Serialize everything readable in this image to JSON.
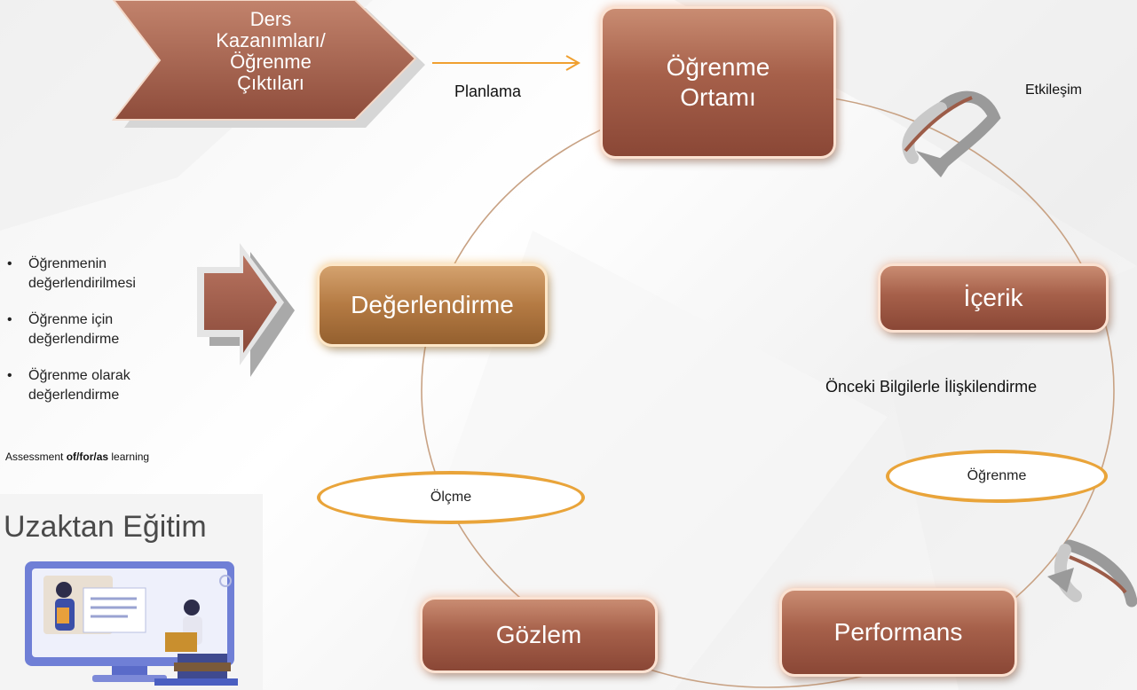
{
  "nodes": {
    "ders_kazanimlari": "Ders\nKazanımları/\nÖğrenme\nÇıktıları",
    "ogrenme_ortami": "Öğrenme\nOrtamı",
    "icerik": "İçerik",
    "degerlendirme": "Değerlendirme",
    "gozlem": "Gözlem",
    "performans": "Performans"
  },
  "ellipses": {
    "olcme": "Ölçme",
    "ogrenme": "Öğrenme"
  },
  "labels": {
    "planlama": "Planlama",
    "etkilesim": "Etkileşim",
    "onceki_bilgiler": "Önceki Bilgilerle İlişkilendirme"
  },
  "bullets": [
    "Öğrenmenin değerlendirilmesi",
    "Öğrenme için değerlendirme",
    "Öğrenme olarak değerlendirme"
  ],
  "bullet_marker": "•",
  "assessment": {
    "prefix": "Assessment ",
    "bold": "of/for/as",
    "suffix": " learning"
  },
  "uzaktan_egitim": "Uzaktan Eğitim",
  "colors": {
    "box_brown": "#a6604a",
    "box_gold": "#b47a43",
    "cycle_line": "#c8a284",
    "ellipse_border": "#e9a43a",
    "planlama_arrow": "#f0a030"
  }
}
